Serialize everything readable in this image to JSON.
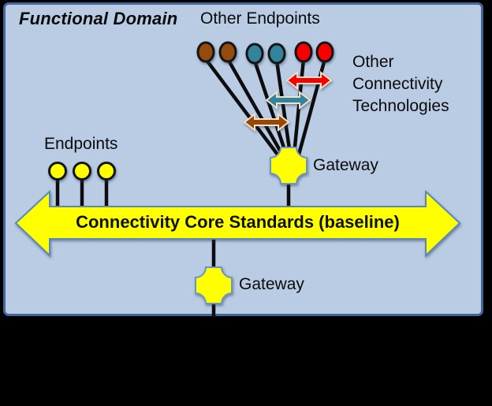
{
  "diagram": {
    "title": "Functional Domain",
    "other_endpoints_label": "Other Endpoints",
    "other_connectivity_lines": [
      "Other",
      "Connectivity",
      "Technologies"
    ],
    "endpoints_label": "Endpoints",
    "gateway_top_label": "Gateway",
    "gateway_bottom_label": "Gateway",
    "core_standards_label": "Connectivity Core Standards (baseline)",
    "endpoint_groups": [
      {
        "name": "brown",
        "count": 2
      },
      {
        "name": "teal",
        "count": 2
      },
      {
        "name": "red",
        "count": 2
      }
    ],
    "yellow_endpoint_count": 3,
    "gateway_count": 2
  },
  "colors": {
    "canvas_bg": "#000000",
    "domain_fill": "#b9cce4",
    "domain_border": "#44659a",
    "connector_line": "#0d0d0d",
    "endpoint_yellow": "#ffff00",
    "endpoint_brown": "#964b0e",
    "endpoint_teal": "#31849b",
    "endpoint_red": "#f80000",
    "gateway_fill": "#ffff00",
    "gateway_border": "#6f94c4",
    "core_arrow_fill": "#ffff00",
    "core_arrow_border": "#5b87ba",
    "tech_arrow_red": "#f80000",
    "tech_arrow_teal": "#31849b",
    "tech_arrow_brown": "#974806",
    "tech_arrow_outline": "#f3e1c7"
  }
}
